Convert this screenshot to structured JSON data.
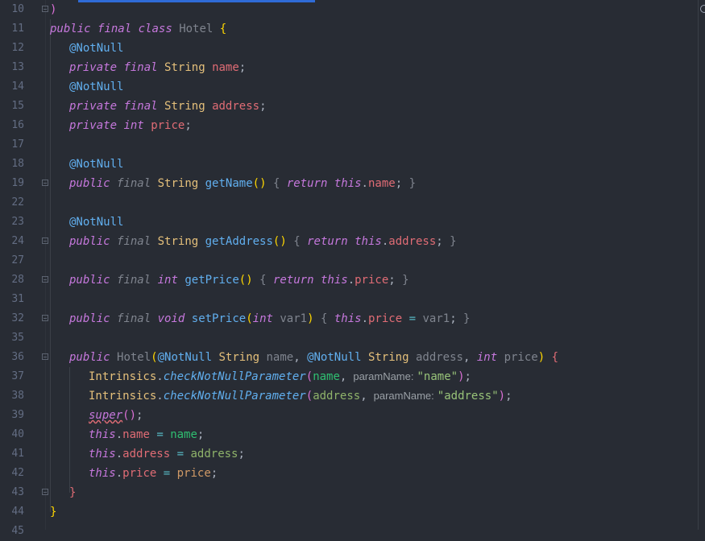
{
  "editor": {
    "line_numbers": [
      "10",
      "11",
      "12",
      "13",
      "14",
      "15",
      "16",
      "17",
      "18",
      "19",
      "22",
      "23",
      "24",
      "27",
      "28",
      "31",
      "32",
      "35",
      "36",
      "37",
      "38",
      "39",
      "40",
      "41",
      "42",
      "43",
      "44",
      "45"
    ]
  },
  "code": {
    "l10": ")",
    "l11_kw1": "public",
    "l11_kw2": "final",
    "l11_kw3": "class",
    "l11_cls": "Hotel",
    "l11_br": "{",
    "ann": "@NotNull",
    "private": "private",
    "final": "final",
    "String": "String",
    "name": "name",
    "address": "address",
    "int": "int",
    "price": "price",
    "semi": ";",
    "public": "public",
    "getName": "getName",
    "getAddress": "getAddress",
    "getPrice": "getPrice",
    "setPrice": "setPrice",
    "return": "return",
    "this": "this",
    "void": "void",
    "var1": "var1",
    "Hotel": "Hotel",
    "Intrinsics": "Intrinsics",
    "checkNotNullParameter": "checkNotNullParameter",
    "hint_paramName": "paramName:",
    "str_name": "\"name\"",
    "str_address": "\"address\"",
    "super": "super",
    "close_brace": "}"
  }
}
